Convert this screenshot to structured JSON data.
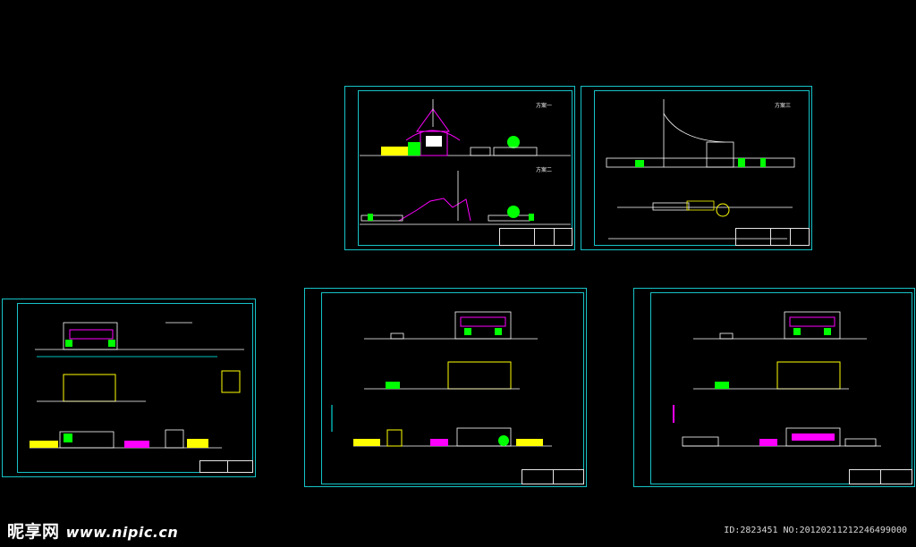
{
  "colors": {
    "background": "#000000",
    "frame": "#16c3c8",
    "line": "#ffffff",
    "yellow": "#ffff00",
    "magenta": "#ff00ff",
    "green": "#00ff00",
    "cyan": "#00ffff"
  },
  "sheets": [
    {
      "id": "sheet-1",
      "labels": [
        "方案一",
        "方案二"
      ]
    },
    {
      "id": "sheet-2",
      "labels": [
        "方案三"
      ]
    },
    {
      "id": "sheet-3",
      "labels": []
    },
    {
      "id": "sheet-4",
      "labels": []
    },
    {
      "id": "sheet-5",
      "labels": []
    }
  ],
  "watermark": {
    "site_name": "昵享网",
    "url": "www.nipic.cn",
    "id_text": "ID:2823451 NO:20120211212246499000"
  }
}
